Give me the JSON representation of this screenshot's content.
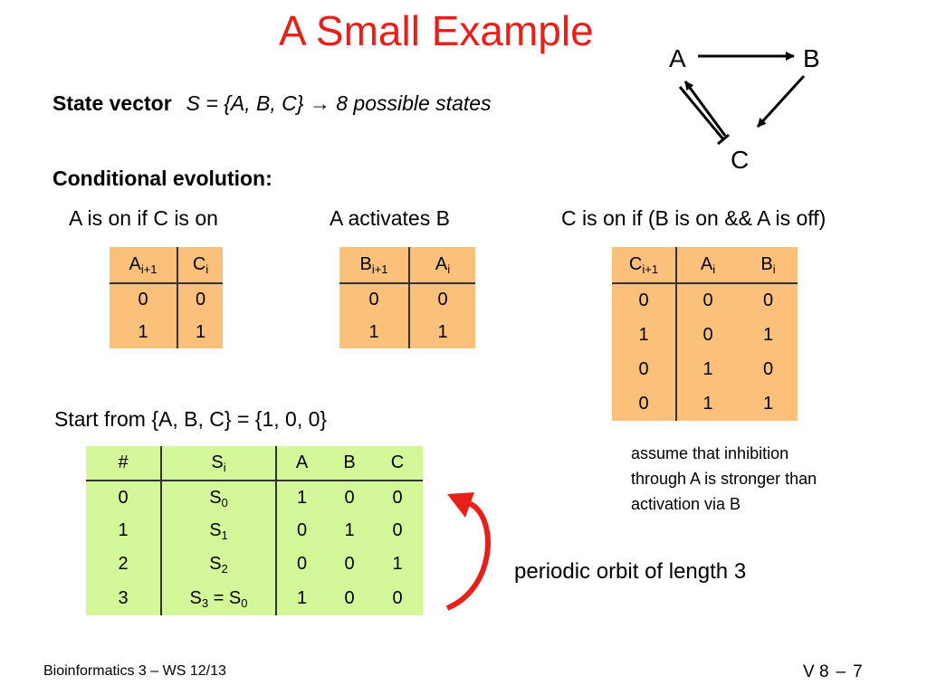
{
  "title": "A Small Example",
  "state_vector": {
    "label": "State vector",
    "expression": "S = {A, B, C} → 8 possible states"
  },
  "conditional_title": "Conditional evolution:",
  "rules": {
    "a": "A is on if C is on",
    "b": "A activates B",
    "c": "C is on if (B is on && A is off)"
  },
  "graph": {
    "node_a": "A",
    "node_b": "B",
    "node_c": "C"
  },
  "table_a": {
    "headers": [
      {
        "base": "A",
        "sub": "i+1"
      },
      {
        "base": "C",
        "sub": "i"
      }
    ],
    "rows": [
      [
        "0",
        "0"
      ],
      [
        "1",
        "1"
      ]
    ]
  },
  "table_b": {
    "headers": [
      {
        "base": "B",
        "sub": "i+1"
      },
      {
        "base": "A",
        "sub": "i"
      }
    ],
    "rows": [
      [
        "0",
        "0"
      ],
      [
        "1",
        "1"
      ]
    ]
  },
  "table_c": {
    "headers": [
      {
        "base": "C",
        "sub": "i+1"
      },
      {
        "base": "A",
        "sub": "i"
      },
      {
        "base": "B",
        "sub": "i"
      }
    ],
    "rows": [
      [
        "0",
        "0",
        "0"
      ],
      [
        "1",
        "0",
        "1"
      ],
      [
        "0",
        "1",
        "0"
      ],
      [
        "0",
        "1",
        "1"
      ]
    ]
  },
  "start_text": "Start from {A, B, C} = {1, 0, 0}",
  "sequence_table": {
    "headers": [
      "#",
      {
        "base": "S",
        "sub": "i"
      },
      "A",
      "B",
      "C"
    ],
    "rows": [
      {
        "n": "0",
        "s": "S",
        "s_sub": "0",
        "s_tail": "",
        "s_tail_sub": "",
        "a": "1",
        "b": "0",
        "c": "0"
      },
      {
        "n": "1",
        "s": "S",
        "s_sub": "1",
        "s_tail": "",
        "s_tail_sub": "",
        "a": "0",
        "b": "1",
        "c": "0"
      },
      {
        "n": "2",
        "s": "S",
        "s_sub": "2",
        "s_tail": "",
        "s_tail_sub": "",
        "a": "0",
        "b": "0",
        "c": "1"
      },
      {
        "n": "3",
        "s": "S",
        "s_sub": "3",
        "s_tail": " = S",
        "s_tail_sub": "0",
        "a": "1",
        "b": "0",
        "c": "0"
      }
    ]
  },
  "note": "assume that inhibition through A is stronger than activation via B",
  "periodic": "periodic orbit of length 3",
  "footer": {
    "left": "Bioinformatics 3 – WS 12/13",
    "lecture": "V 8",
    "sep": "–",
    "page": "7"
  },
  "colors": {
    "title": "#e8201a",
    "truth_table_bg": "#fbc07a",
    "sequence_table_bg": "#d4f79a",
    "cycle_arrow": "#e8201a"
  }
}
